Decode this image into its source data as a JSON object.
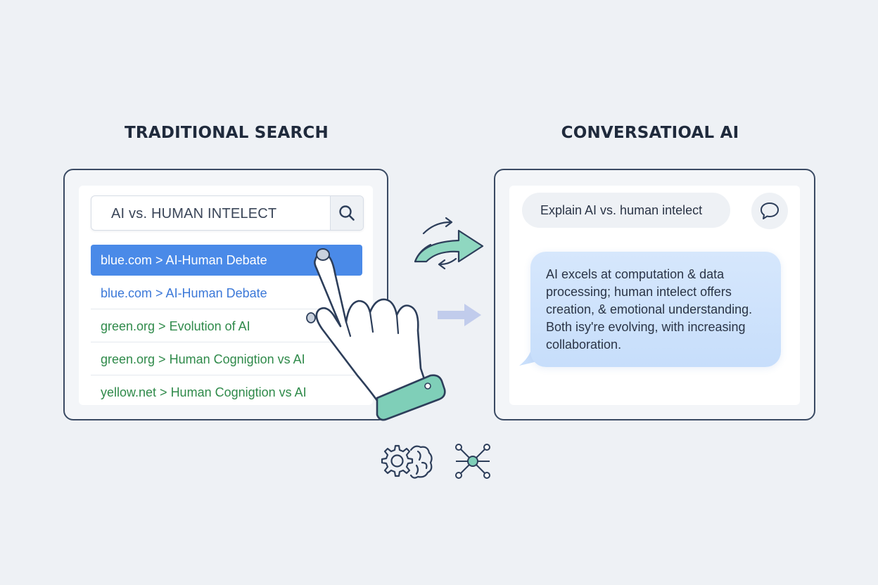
{
  "left_heading": "TRADITIONAL SEARCH",
  "right_heading": "CONVERSATIOAL AI",
  "search": {
    "query": "AI vs. HUMAN INTELECT",
    "icon": "search-icon"
  },
  "results": [
    {
      "text": "blue.com > AI-Human Debate",
      "style": "selected"
    },
    {
      "text": "blue.com > AI-Human Debate",
      "style": "blue"
    },
    {
      "text": "green.org > Evolution of AI",
      "style": "green"
    },
    {
      "text": "green.org > Human Cognigtion vs AI",
      "style": "green"
    },
    {
      "text": "yellow.net > Human Cognigtion vs AI",
      "style": "green"
    }
  ],
  "chat": {
    "user_message": "Explain AI vs. human intelect",
    "ai_lines": [
      "AI excels at computation & data",
      "processing; human intelect offers",
      "creation, & emotional understanding.",
      "Both isy're evolving, with increasing",
      "collaboration."
    ],
    "icon": "speech-bubble-icon"
  },
  "colors": {
    "accent_blue": "#4a8ae8",
    "link_blue": "#3b78d8",
    "link_green": "#2f8a4a",
    "teal": "#7fcfb8",
    "outline": "#3a4a63"
  },
  "icons": [
    "hand-pointer-icon",
    "swap-arrows-icon",
    "right-arrow-icon",
    "gear-brain-icon",
    "network-icon"
  ]
}
